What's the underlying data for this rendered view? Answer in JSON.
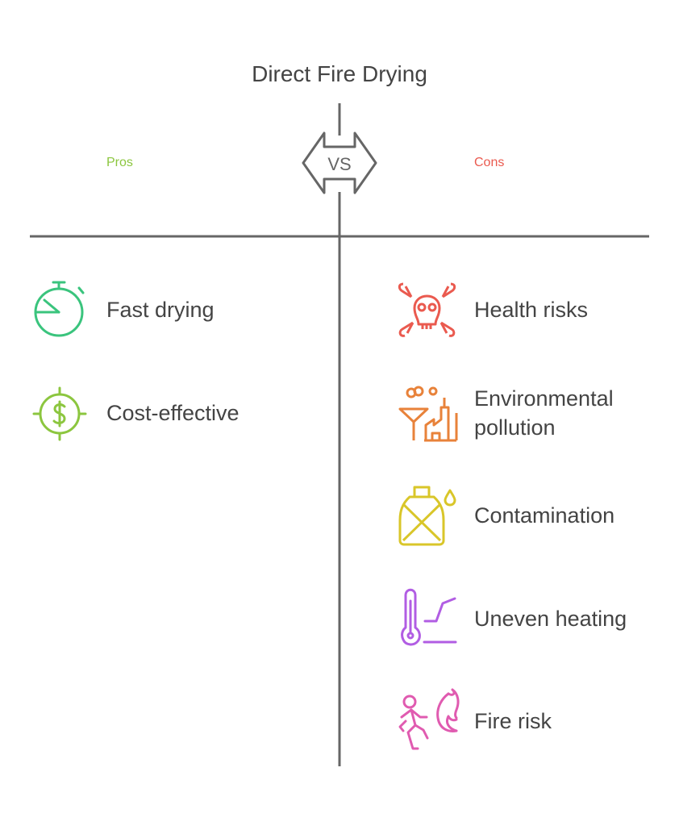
{
  "title": "Direct Fire Drying",
  "vs_label": "VS",
  "pros": {
    "label": "Pros",
    "color": "#8cc63f",
    "items": [
      {
        "text": "Fast drying",
        "icon": "stopwatch-icon",
        "color": "#3ac47d"
      },
      {
        "text": "Cost-effective",
        "icon": "dollar-target-icon",
        "color": "#8cc63f"
      }
    ]
  },
  "cons": {
    "label": "Cons",
    "color": "#ea5a4f",
    "items": [
      {
        "text": "Health risks",
        "icon": "skull-crossbones-icon",
        "color": "#ea5a4f"
      },
      {
        "text_line1": "Environmental",
        "text_line2": "pollution",
        "icon": "factory-smoke-icon",
        "color": "#e8823a"
      },
      {
        "text": "Contamination",
        "icon": "contaminated-container-icon",
        "color": "#d9c629"
      },
      {
        "text": "Uneven heating",
        "icon": "thermometer-graph-icon",
        "color": "#b15de3"
      },
      {
        "text": "Fire risk",
        "icon": "person-fleeing-fire-icon",
        "color": "#e05bb0"
      }
    ]
  }
}
